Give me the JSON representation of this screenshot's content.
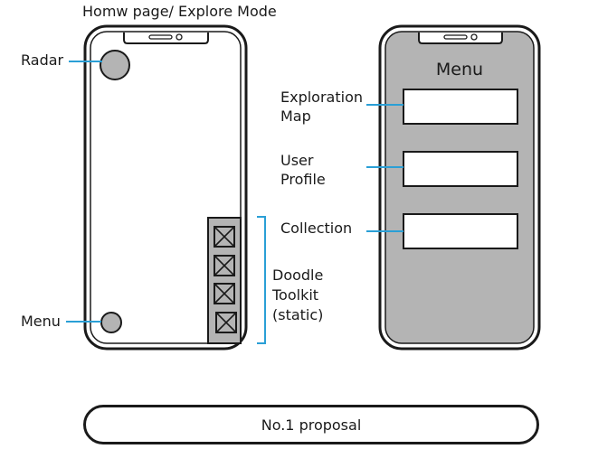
{
  "left_phone": {
    "title": "Homw page/ Explore Mode",
    "radar_label": "Radar",
    "menu_label": "Menu",
    "toolkit_label": "Doodle\nToolkit\n(static)",
    "toolkit_slots": 4
  },
  "right_phone": {
    "title": "Menu",
    "items": [
      {
        "label": "Exploration\nMap"
      },
      {
        "label": "User\nProfile"
      },
      {
        "label": "Collection"
      }
    ],
    "screen_color": "#b4b4b4"
  },
  "footer": {
    "proposal_label": "No.1 proposal"
  },
  "colors": {
    "stroke": "#1a1a1a",
    "callout_line": "#2a9fd6",
    "fill_gray": "#b4b4b4"
  }
}
